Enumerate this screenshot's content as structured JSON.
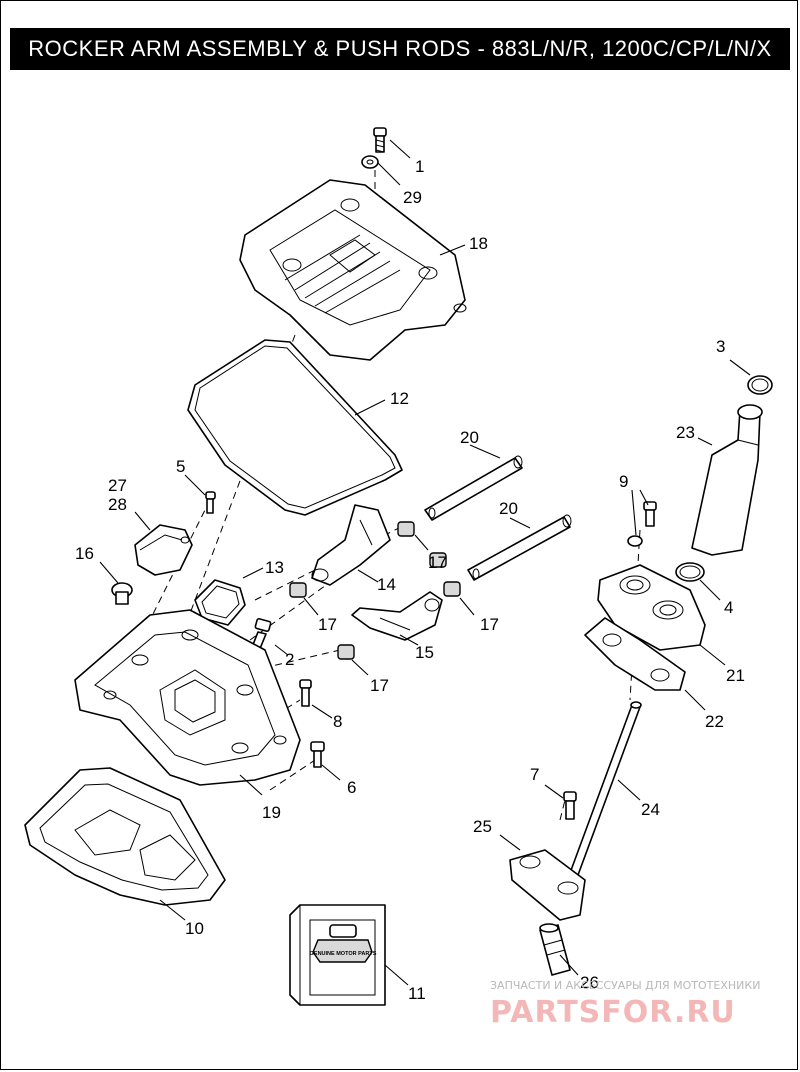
{
  "title": "ROCKER ARM ASSEMBLY & PUSH RODS - 883L/N/R, 1200C/CP/L/N/X",
  "callouts": [
    "1",
    "29",
    "18",
    "3",
    "12",
    "23",
    "20",
    "5",
    "27",
    "28",
    "9",
    "20",
    "17",
    "16",
    "13",
    "14",
    "17",
    "4",
    "17",
    "2",
    "15",
    "21",
    "17",
    "22",
    "8",
    "19",
    "6",
    "7",
    "24",
    "25",
    "10",
    "26",
    "11"
  ],
  "badge_text": "GENUINE MOTOR PARTS",
  "watermark": {
    "subtitle": "ЗАПЧАСТИ И АКСЕССУАРЫ ДЛЯ МОТОТЕХНИКИ",
    "brand": "PARTSFOR.RU"
  }
}
